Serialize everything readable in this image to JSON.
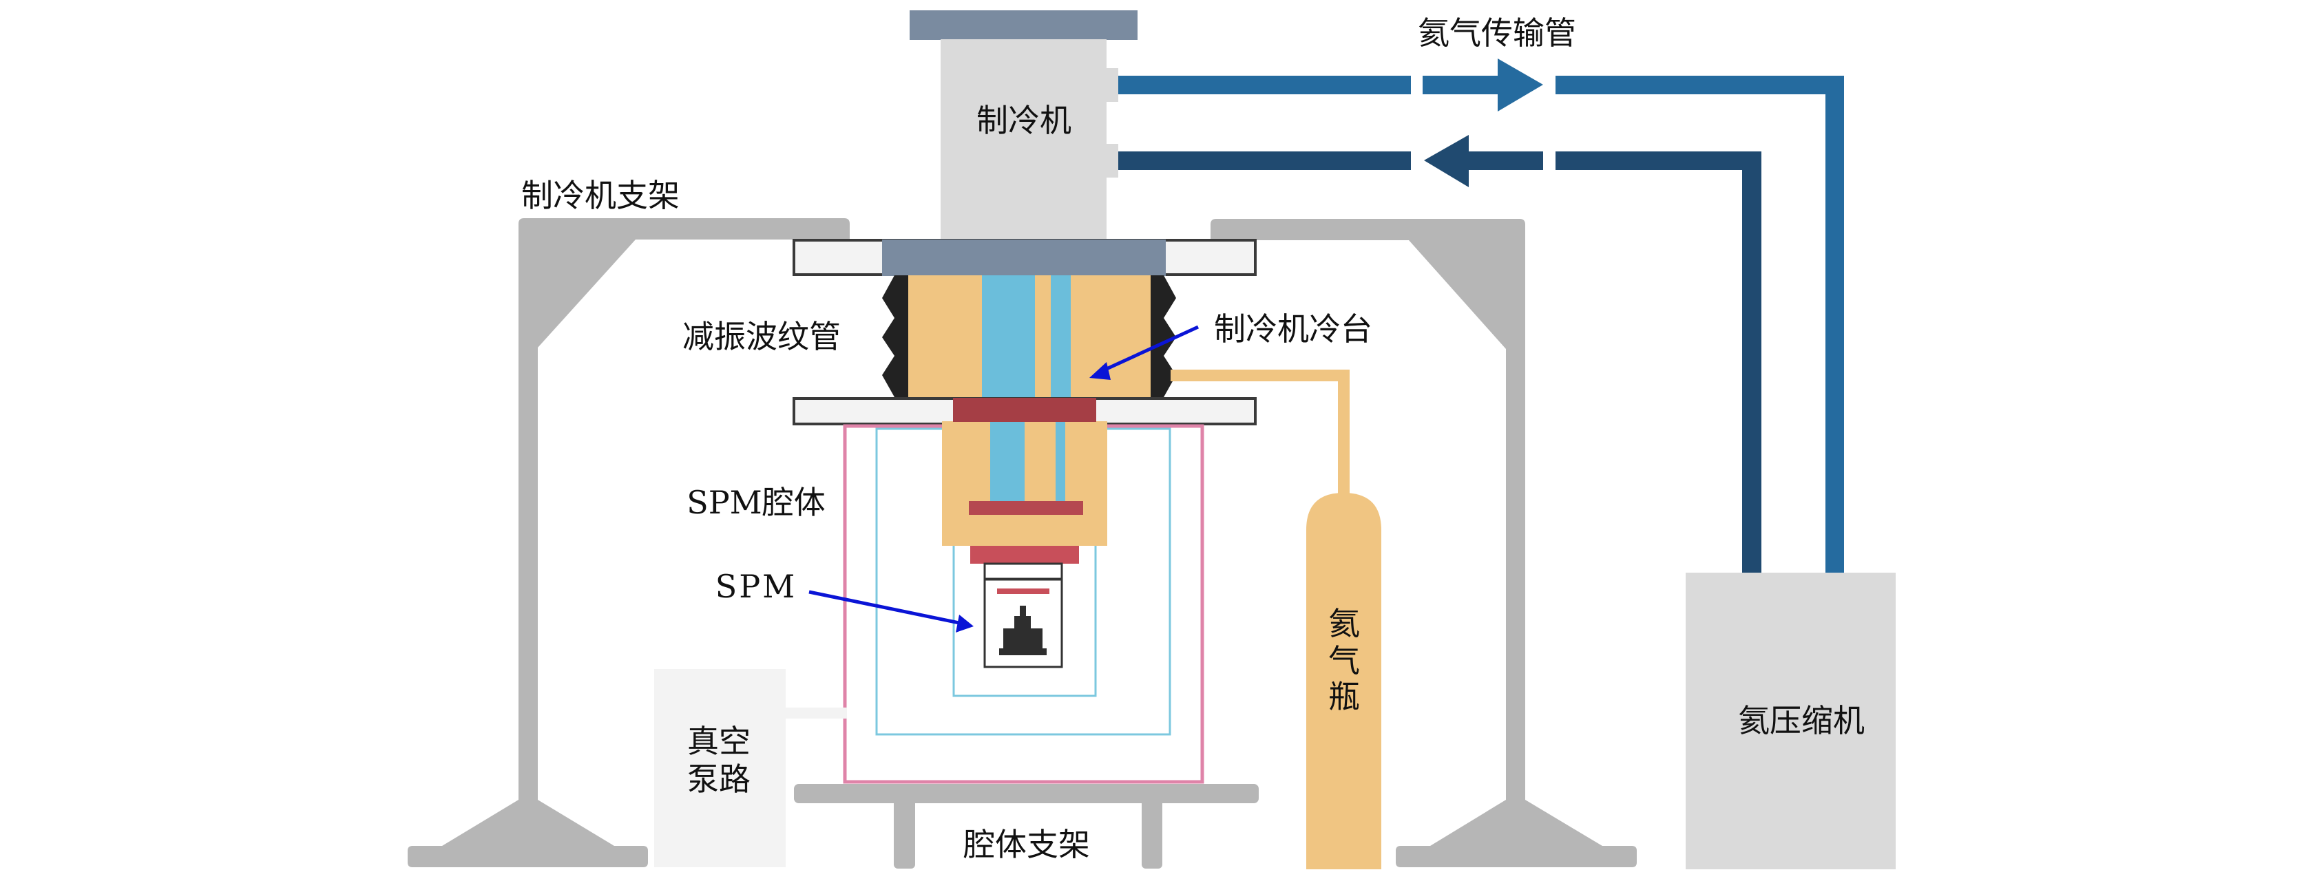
{
  "figure": {
    "type": "schematic",
    "subject": "Closed-cycle cryocooler SPM system"
  },
  "labels": {
    "cryocooler": "制冷机",
    "cryocooler_bracket": "制冷机支架",
    "helium_transfer_line": "氦气传输管",
    "bellows": "减振波纹管",
    "cold_stage": "制冷机冷台",
    "spm_chamber": "SPM腔体",
    "spm": "SPM",
    "vacuum_pump_line_1": "真空",
    "vacuum_pump_line_2": "泵路",
    "chamber_stand": "腔体支架",
    "helium_bottle_1": "氦",
    "helium_bottle_2": "气",
    "helium_bottle_3": "瓶",
    "helium_compressor": "氦压缩机"
  },
  "flow": {
    "supply_direction": "right",
    "return_direction": "left"
  },
  "colors": {
    "support_gray": "#b6b6b6",
    "device_gray": "#dadada",
    "light_panel": "#f3f3f3",
    "slate": "#7a8ba0",
    "copper_orange": "#f0c582",
    "cold_blue": "#6bbedb",
    "heater_red_dark": "#a53e45",
    "heater_red": "#c84f5a",
    "chamber_pink": "#df83a8",
    "shield_cyan": "#7cc8df",
    "pipe_supply": "#256b9f",
    "pipe_return": "#204a70",
    "pointer_blue": "#0a14d6",
    "ink": "#2b2b2b"
  }
}
